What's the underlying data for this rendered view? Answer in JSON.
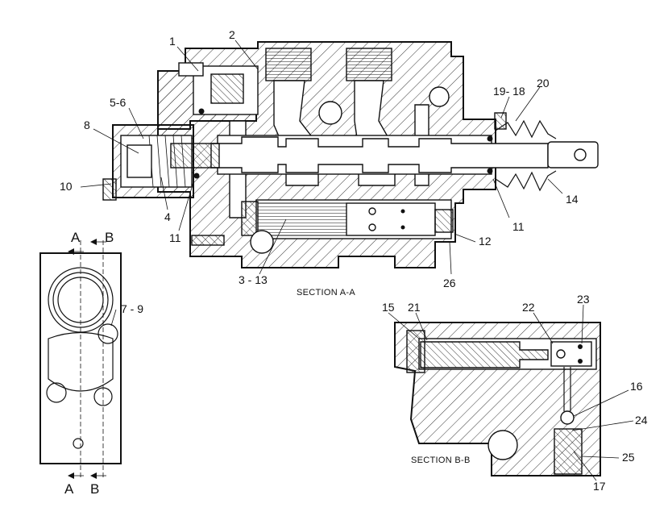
{
  "diagram": {
    "section_a_title": "SECTION  A-A",
    "section_b_title": "SECTION  B-B",
    "end_view": {
      "top_left_letter": "A",
      "top_right_letter": "B",
      "bottom_left_letter": "A",
      "bottom_right_letter": "B",
      "callout_7_9": "7 - 9"
    },
    "callouts_a": {
      "c1": "1",
      "c2": "2",
      "c5_6": "5-6",
      "c8": "8",
      "c10": "10",
      "c4": "4",
      "c11_left": "11",
      "c3_13": "3 - 13",
      "c26": "26",
      "c12": "12",
      "c11_right": "11",
      "c14": "14",
      "c19_18": "19- 18",
      "c20": "20"
    },
    "callouts_b": {
      "c15": "15",
      "c21": "21",
      "c22": "22",
      "c23": "23",
      "c16": "16",
      "c24": "24",
      "c25": "25",
      "c17": "17"
    }
  }
}
